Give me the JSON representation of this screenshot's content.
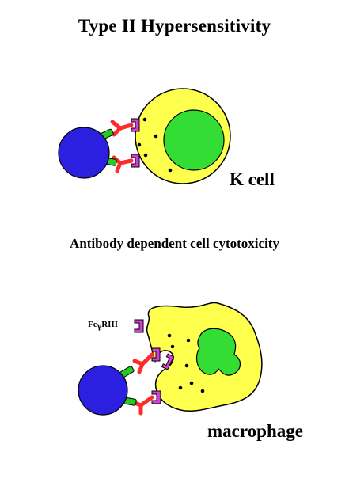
{
  "title": "Type II  Hypersensitivity",
  "subtitle": "Antibody dependent cell cytotoxicity",
  "labels": {
    "k_cell": "K cell",
    "macrophage": "macrophage",
    "receptor_prefix": "Fc",
    "receptor_greek": "γ",
    "receptor_suffix": "RIII"
  },
  "colors": {
    "target_cell": "#2b1fe0",
    "effector_cell": "#ffff4d",
    "nucleus": "#33dd33",
    "antibody": "#ff2a2a",
    "antigen": "#22cc22",
    "fc_receptor": "#d63cd6",
    "granule": "#000000"
  }
}
